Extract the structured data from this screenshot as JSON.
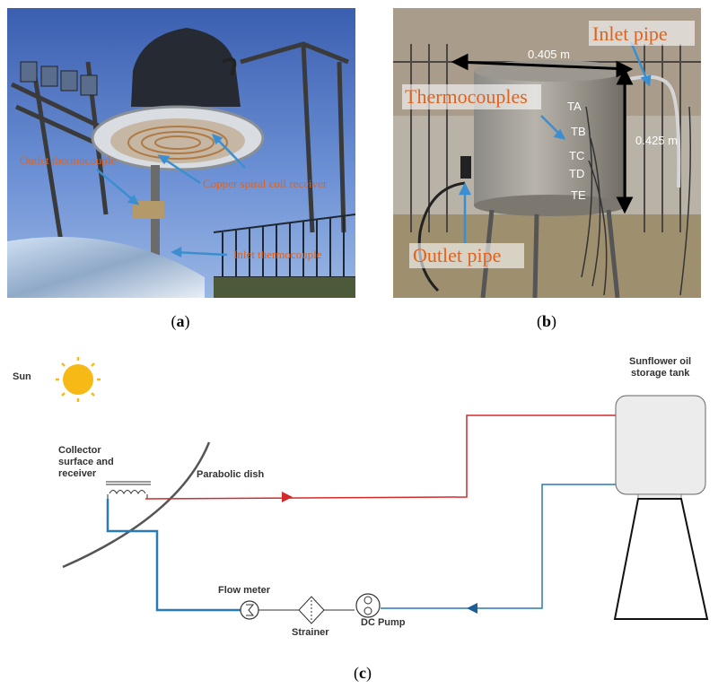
{
  "panel_a": {
    "caption_open": "(",
    "caption_letter": "a",
    "caption_close": ")",
    "labels": {
      "outlet": "Outlet thermocouple",
      "coil": "Copper spiral coil receiver",
      "inlet": "Inlet thermocouple"
    }
  },
  "panel_b": {
    "caption_open": "(",
    "caption_letter": "b",
    "caption_close": ")",
    "labels": {
      "inlet_pipe": "Inlet pipe",
      "thermocouples": "Thermocouples",
      "outlet_pipe": "Outlet pipe",
      "width": "0.405 m",
      "height": "0.425 m",
      "ta": "TA",
      "tb": "TB",
      "tc": "TC",
      "td": "TD",
      "te": "TE"
    }
  },
  "panel_c": {
    "caption_open": "(",
    "caption_letter": "c",
    "caption_close": ")",
    "labels": {
      "sun": "Sun",
      "collector_1": "Collector",
      "collector_2": "surface and",
      "collector_3": "receiver",
      "dish": "Parabolic dish",
      "tank_1": "Sunflower oil",
      "tank_2": "storage tank",
      "flow_meter": "Flow meter",
      "strainer": "Strainer",
      "pump": "DC Pump"
    },
    "colors": {
      "hot_line": "#d42a2a",
      "cold_line": "#2a7ab8",
      "sun": "#f6b915",
      "dish": "#555555"
    }
  }
}
